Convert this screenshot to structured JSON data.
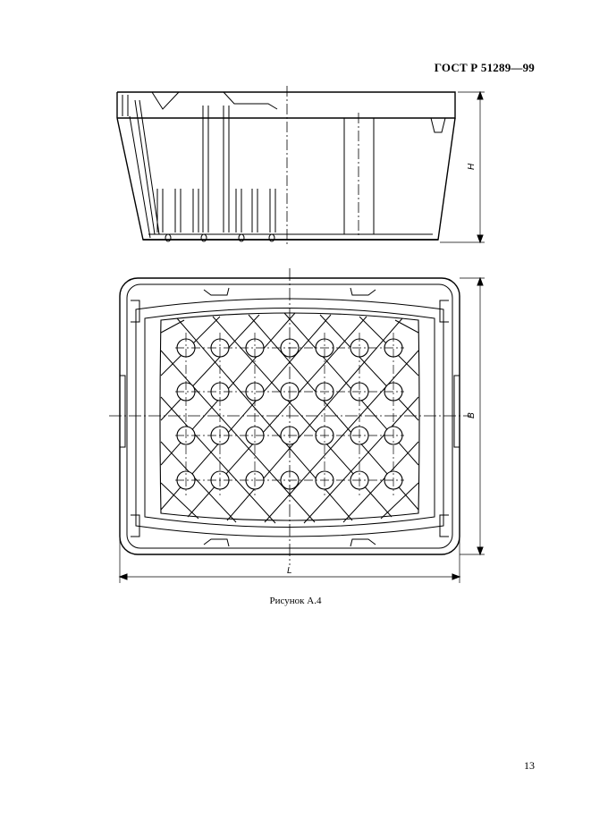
{
  "header": {
    "standard": "ГОСТ Р 51289—99"
  },
  "drawing": {
    "side_view_dimension": "H",
    "top_view_width_dimension": "B",
    "top_view_length_dimension": "L"
  },
  "caption": "Рисунок А.4",
  "footer": {
    "page_number": "13"
  }
}
